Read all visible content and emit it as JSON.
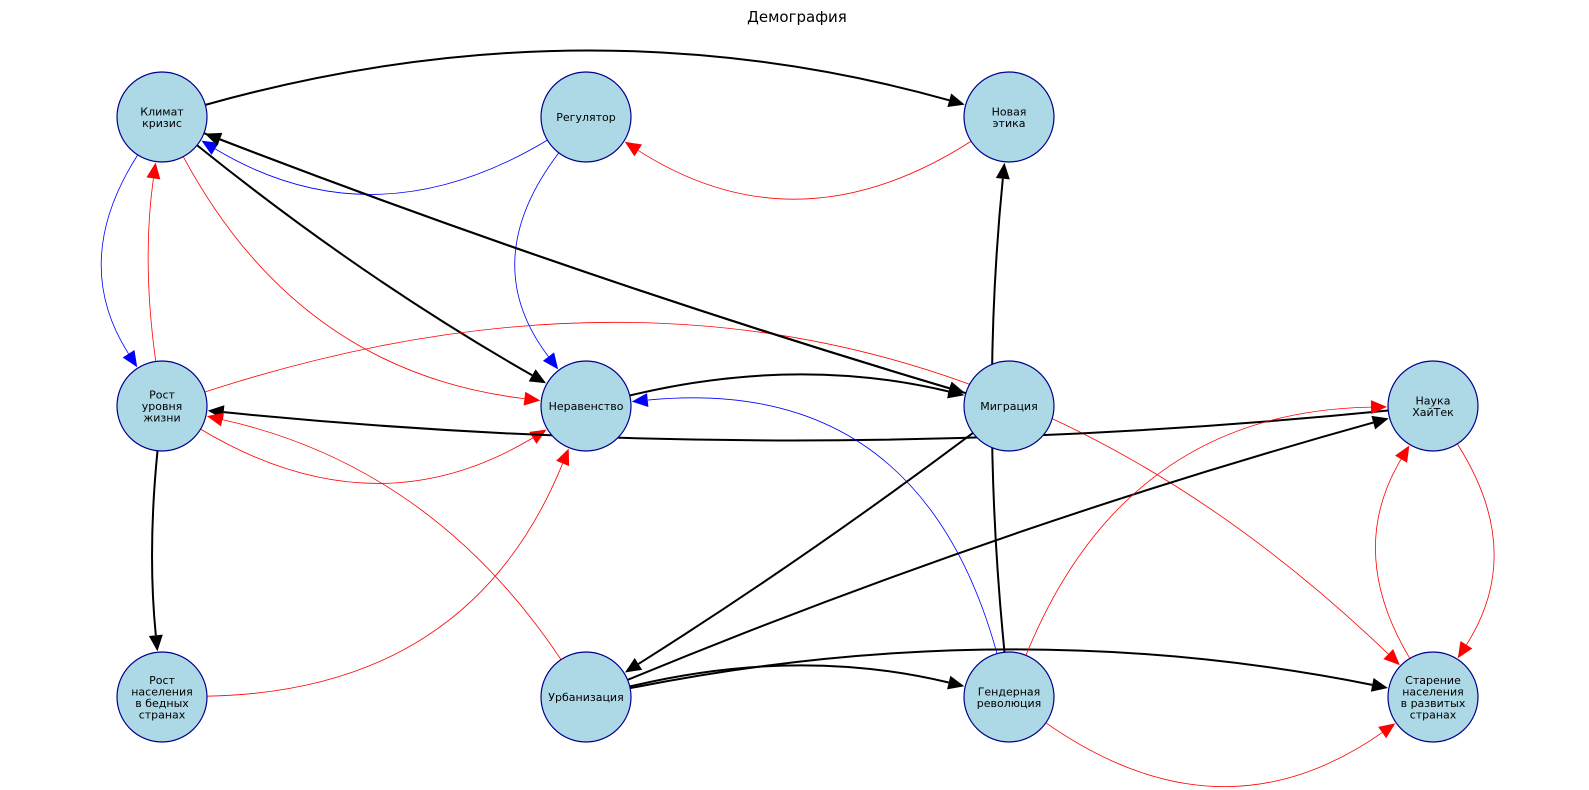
{
  "title": "Демография",
  "colors": {
    "node_fill": "#add8e6",
    "node_stroke": "#00008b",
    "edge_strong": "#000000",
    "edge_negative": "#ff0000",
    "edge_regulatory": "#0000ff"
  },
  "nodes": [
    {
      "id": "climate",
      "lines": [
        "Климат",
        "кризис"
      ]
    },
    {
      "id": "regulator",
      "lines": [
        "Регулятор"
      ]
    },
    {
      "id": "new_ethics",
      "lines": [
        "Новая",
        "этика"
      ]
    },
    {
      "id": "living",
      "lines": [
        "Рост",
        "уровня",
        "жизни"
      ]
    },
    {
      "id": "inequality",
      "lines": [
        "Неравенство"
      ]
    },
    {
      "id": "migration",
      "lines": [
        "Миграция"
      ]
    },
    {
      "id": "science",
      "lines": [
        "Наука",
        "ХайТек"
      ]
    },
    {
      "id": "pop_poor",
      "lines": [
        "Рост",
        "населения",
        "в бедных",
        "странах"
      ]
    },
    {
      "id": "urban",
      "lines": [
        "Урбанизация"
      ]
    },
    {
      "id": "gender",
      "lines": [
        "Гендерная",
        "революция"
      ]
    },
    {
      "id": "aging",
      "lines": [
        "Старение",
        "населения",
        "в развитых",
        "странах"
      ]
    }
  ],
  "edges": [
    {
      "source": "climate",
      "target": "new_ethics",
      "color": "black"
    },
    {
      "source": "climate",
      "target": "inequality",
      "color": "black"
    },
    {
      "source": "climate",
      "target": "inequality",
      "color": "red"
    },
    {
      "source": "climate",
      "target": "migration",
      "color": "black"
    },
    {
      "source": "climate",
      "target": "living",
      "color": "blue"
    },
    {
      "source": "regulator",
      "target": "climate",
      "color": "blue"
    },
    {
      "source": "regulator",
      "target": "inequality",
      "color": "blue"
    },
    {
      "source": "new_ethics",
      "target": "regulator",
      "color": "red"
    },
    {
      "source": "living",
      "target": "climate",
      "color": "red"
    },
    {
      "source": "living",
      "target": "inequality",
      "color": "red"
    },
    {
      "source": "living",
      "target": "aging",
      "color": "red"
    },
    {
      "source": "living",
      "target": "pop_poor",
      "color": "black"
    },
    {
      "source": "inequality",
      "target": "migration",
      "color": "black"
    },
    {
      "source": "migration",
      "target": "climate",
      "color": "black"
    },
    {
      "source": "migration",
      "target": "urban",
      "color": "black"
    },
    {
      "source": "science",
      "target": "living",
      "color": "black"
    },
    {
      "source": "science",
      "target": "aging",
      "color": "red"
    },
    {
      "source": "pop_poor",
      "target": "inequality",
      "color": "red"
    },
    {
      "source": "urban",
      "target": "living",
      "color": "red"
    },
    {
      "source": "urban",
      "target": "gender",
      "color": "black"
    },
    {
      "source": "urban",
      "target": "aging",
      "color": "black"
    },
    {
      "source": "urban",
      "target": "science",
      "color": "black"
    },
    {
      "source": "gender",
      "target": "new_ethics",
      "color": "black"
    },
    {
      "source": "gender",
      "target": "inequality",
      "color": "blue"
    },
    {
      "source": "gender",
      "target": "science",
      "color": "red"
    },
    {
      "source": "gender",
      "target": "aging",
      "color": "red"
    },
    {
      "source": "aging",
      "target": "science",
      "color": "red"
    }
  ]
}
